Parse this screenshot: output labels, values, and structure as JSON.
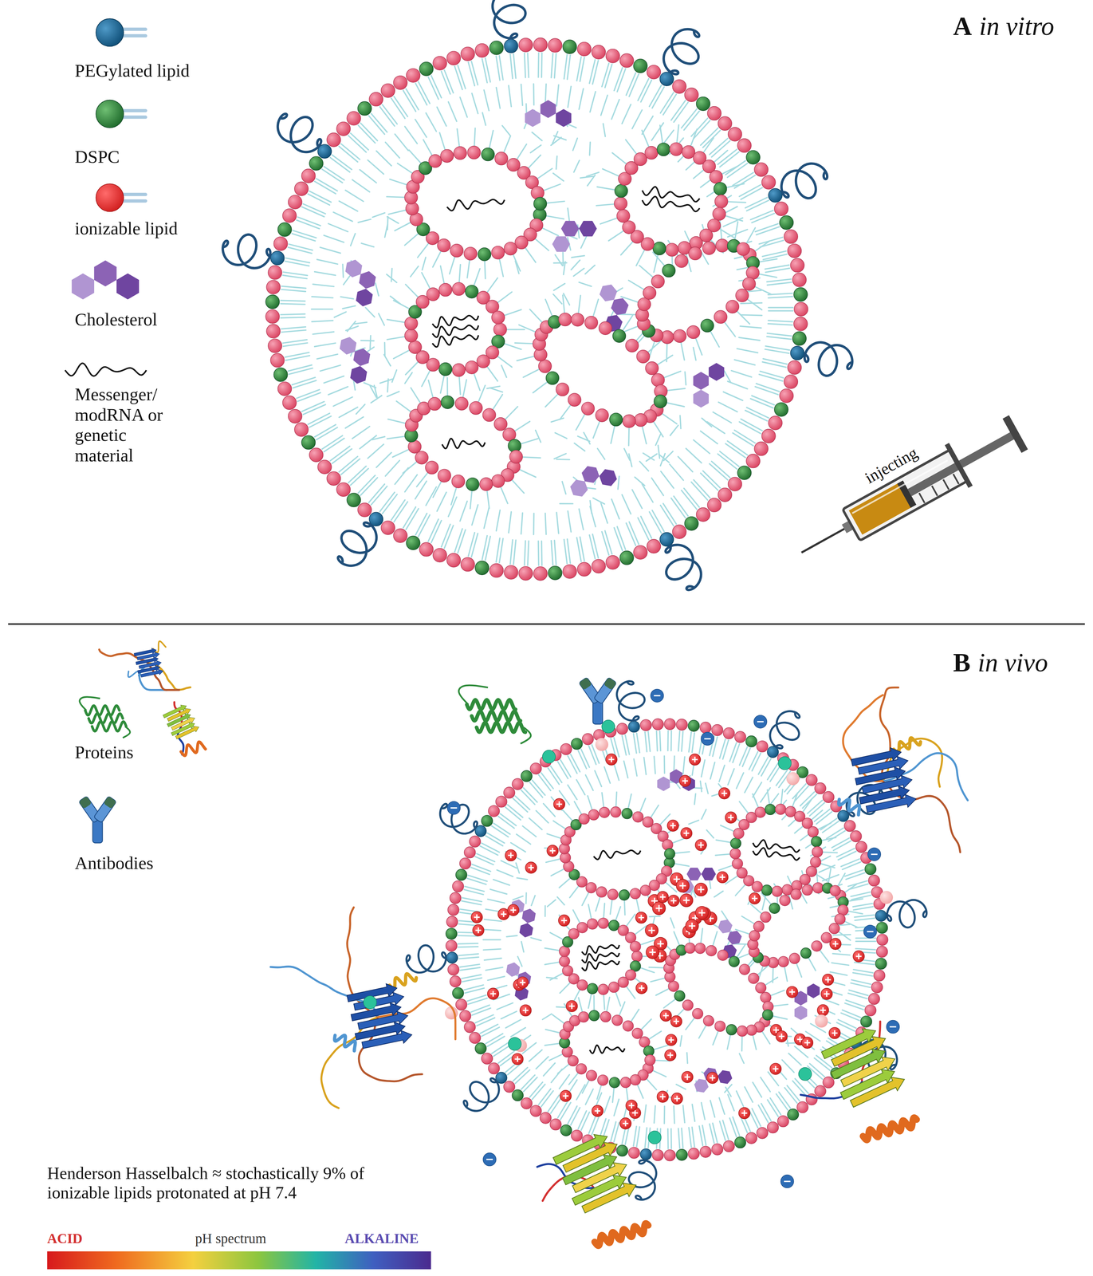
{
  "diagram": {
    "labels": [
      "A",
      "in vitro",
      "injecting",
      "B",
      "in vivo",
      "Henderson Hasselbalch ≈ stochastically 9% of ionizable lipids protonated at pH 7.4",
      "ACID",
      "pH spectrum",
      "ALKALINE"
    ],
    "legend": [
      {
        "text": "PEGylated lipid"
      },
      {
        "text": "DSPC"
      },
      {
        "text": "ionizable lipid"
      },
      {
        "text": "Cholesterol"
      },
      {
        "text": "Messenger/ modRNA or genetic material"
      },
      {
        "text": "Proteins"
      },
      {
        "text": "Antibodies"
      }
    ]
  }
}
